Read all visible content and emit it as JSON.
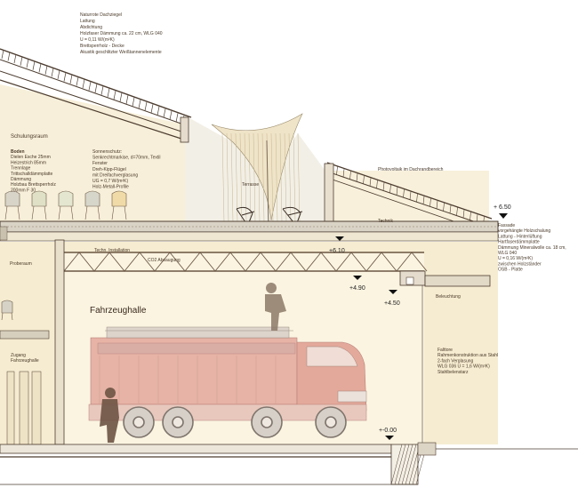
{
  "annotations": {
    "roof_layers": [
      "Naturrote Dachziegel",
      "Lattung",
      "Abdichtung",
      "Holzfaser Dämmung ca. 22 cm, WLG 040",
      "U = 0,11 W/(m²K)",
      "Brettsperrholz - Decke",
      "Akustik geschlitzter Weißtannenelemente"
    ],
    "schulungsraum": "Schulungsraum",
    "boden": [
      "Boden",
      "Dielen Esche 25mm",
      "Heizestrich 85mm",
      "Trennlage",
      "Trittschalldämmplatte",
      "Dämmung",
      "Holzbau Brettsperrholz",
      "200mm F 30"
    ],
    "sonnenschutz": [
      "Sonnenschutz:",
      "Senkrechtmarkise, d=70mm, Textil",
      "Fenster",
      "Dreh-Kipp-Flügel",
      "mit Dreifachverglasung",
      "UG = 0,7 W/(m²K)",
      "Holz-Metall-Profile"
    ],
    "terrasse": "Terrasse",
    "photovoltaik": "Photovoltaik im Dachrandbereich",
    "technik": "Technik",
    "fassade": [
      "Fassade",
      "vorgehängte Holzschalung",
      "Lattung - Hinterlüftung",
      "Hartfaserdämmplatte",
      "Dämmung Mineralwolle ca. 18 cm,",
      "WLG 040",
      "U = 0,16 W/(m²K)",
      "zwischen Holzständer",
      "OSB - Platte"
    ],
    "technik_installation": "Techn. Installation",
    "co2_absaugung": "CO2 Absaugung",
    "proberaum": "Proberaum",
    "fahrzeughalle": "Fahrzeughalle",
    "beleuchtung": "Beleuchtung",
    "zugang": [
      "Zugang",
      "Fahrzeughalle"
    ],
    "falttore": [
      "Falttore",
      "Rahmenkonstruktion aus Stahl",
      "2-fach Verglasung",
      "WLG 036  U = 1,6 W/(m²K)",
      "Stahlbelenstarz"
    ]
  },
  "levels": [
    "+ 6.50",
    "+6.10",
    "+4.90",
    "+4.50",
    "+-0.00"
  ],
  "colors": {
    "interior_fill": "#f6ecd1",
    "structure_line": "#5a4636",
    "truck_red": "#e3b0a4",
    "figure_brown": "#7a6350"
  }
}
